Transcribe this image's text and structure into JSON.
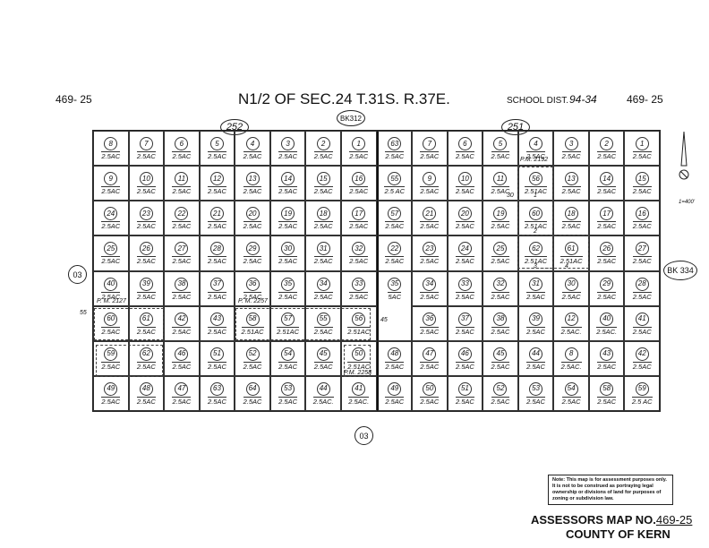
{
  "header": {
    "map_no_left": "469- 25",
    "title": "N1/2 OF SEC.24 T.31S. R.37E.",
    "school_dist_label": "SCHOOL DIST.",
    "school_dist_value": "94-34",
    "map_no_right": "469- 25"
  },
  "labels": {
    "book_312": "BK312",
    "book_334": "BK 334",
    "block_252": "252",
    "block_251": "251",
    "road_left": "03",
    "road_bottom": "03",
    "scale": "1=400'",
    "pm_2192": "P.M. 2192",
    "pm_2127": "P. M. 2127",
    "pm_2257": "P. M. 2257",
    "pm_2258": "P.M. 2258",
    "num_30": "30",
    "num_45": "45",
    "num_55": "55",
    "lot_1": "1",
    "lot_2": "2",
    "lot_3": "3",
    "lot_4": "4"
  },
  "parcels": [
    [
      [
        "8",
        "2.5AC"
      ],
      [
        "7",
        "2.5AC"
      ],
      [
        "6",
        "2.5AC"
      ],
      [
        "5",
        "2.5AC"
      ],
      [
        "4",
        "2.5AC"
      ],
      [
        "3",
        "2.5AC"
      ],
      [
        "2",
        "2.5AC"
      ],
      [
        "1",
        "2.5AC"
      ],
      [
        "63",
        "2.5AC"
      ],
      [
        "7",
        "2.5AC"
      ],
      [
        "6",
        "2.5AC"
      ],
      [
        "5",
        "2.5AC"
      ],
      [
        "4",
        "2.5AC"
      ],
      [
        "3",
        "2.5AC"
      ],
      [
        "2",
        "2.5AC"
      ],
      [
        "1",
        "2.5AC"
      ]
    ],
    [
      [
        "9",
        "2.5AC"
      ],
      [
        "10",
        "2.5AC"
      ],
      [
        "11",
        "2.5AC"
      ],
      [
        "12",
        "2.5AC"
      ],
      [
        "13",
        "2.5AC"
      ],
      [
        "14",
        "2.5AC"
      ],
      [
        "15",
        "2.5AC"
      ],
      [
        "16",
        "2.5AC"
      ],
      [
        "55",
        "2.5 AC"
      ],
      [
        "9",
        "2.5AC"
      ],
      [
        "10",
        "2.5AC"
      ],
      [
        "11",
        "2.5AC"
      ],
      [
        "56",
        "2.51AC"
      ],
      [
        "13",
        "2.5AC"
      ],
      [
        "14",
        "2.5AC"
      ],
      [
        "15",
        "2.5AC"
      ]
    ],
    [
      [
        "24",
        "2.5AC"
      ],
      [
        "23",
        "2.5AC"
      ],
      [
        "22",
        "2.5AC"
      ],
      [
        "21",
        "2.5AC"
      ],
      [
        "20",
        "2.5AC"
      ],
      [
        "19",
        "2.5AC"
      ],
      [
        "18",
        "2.5AC"
      ],
      [
        "17",
        "2.5AC"
      ],
      [
        "57",
        "2.5AC"
      ],
      [
        "21",
        "2.5AC"
      ],
      [
        "20",
        "2.5AC"
      ],
      [
        "19",
        "2.5AC"
      ],
      [
        "60",
        "2.51AC"
      ],
      [
        "18",
        "2.5AC"
      ],
      [
        "17",
        "2.5AC"
      ],
      [
        "16",
        "2.5AC"
      ]
    ],
    [
      [
        "25",
        "2.5AC"
      ],
      [
        "26",
        "2.5AC"
      ],
      [
        "27",
        "2.5AC"
      ],
      [
        "28",
        "2.5AC"
      ],
      [
        "29",
        "2.5AC"
      ],
      [
        "30",
        "2.5AC"
      ],
      [
        "31",
        "2.5AC"
      ],
      [
        "32",
        "2.5AC"
      ],
      [
        "22",
        "2.5AC"
      ],
      [
        "23",
        "2.5AC"
      ],
      [
        "24",
        "2.5AC"
      ],
      [
        "25",
        "2.5AC"
      ],
      [
        "62",
        "2.51AC"
      ],
      [
        "61",
        "2.51AC"
      ],
      [
        "26",
        "2.5AC"
      ],
      [
        "27",
        "2.5AC"
      ]
    ],
    [
      [
        "40",
        "2.5AC"
      ],
      [
        "39",
        "2.5AC"
      ],
      [
        "38",
        "2.5AC"
      ],
      [
        "37",
        "2.5AC"
      ],
      [
        "36",
        "2.5AC"
      ],
      [
        "35",
        "2.5AC"
      ],
      [
        "34",
        "2.5AC"
      ],
      [
        "33",
        "2.5AC"
      ],
      [
        "35",
        "5AC"
      ],
      [
        "34",
        "2.5AC"
      ],
      [
        "33",
        "2.5AC"
      ],
      [
        "32",
        "2.5AC"
      ],
      [
        "31",
        "2.5AC"
      ],
      [
        "30",
        "2.5AC"
      ],
      [
        "29",
        "2.5AC"
      ],
      [
        "28",
        "2.5AC"
      ]
    ],
    [
      [
        "60",
        "2.5AC"
      ],
      [
        "61",
        "2.5AC"
      ],
      [
        "42",
        "2.5AC"
      ],
      [
        "43",
        "2.5AC"
      ],
      [
        "58",
        "2.51AC"
      ],
      [
        "57",
        "2.51AC"
      ],
      [
        "55",
        "2.5AC"
      ],
      [
        "56",
        "2.51AC"
      ],
      null,
      [
        "36",
        "2.5AC"
      ],
      [
        "37",
        "2.5AC"
      ],
      [
        "38",
        "2.5AC"
      ],
      [
        "39",
        "2.5AC"
      ],
      [
        "12",
        "2.5AC."
      ],
      [
        "40",
        "2.5AC."
      ],
      [
        "41",
        "2.5AC"
      ]
    ],
    [
      [
        "59",
        "2.5AC"
      ],
      [
        "62",
        "2.5AC"
      ],
      [
        "46",
        "2.5AC"
      ],
      [
        "51",
        "2.5AC"
      ],
      [
        "52",
        "2.5AC"
      ],
      [
        "54",
        "2.5AC"
      ],
      [
        "45",
        "2.5AC"
      ],
      [
        "50",
        "2.51AC"
      ],
      [
        "48",
        "2.5AC"
      ],
      [
        "47",
        "2.5AC"
      ],
      [
        "46",
        "2.5AC"
      ],
      [
        "45",
        "2.5AC"
      ],
      [
        "44",
        "2.5AC"
      ],
      [
        "8",
        "2.5AC."
      ],
      [
        "43",
        "2.5AC"
      ],
      [
        "42",
        "2.5AC"
      ]
    ],
    [
      [
        "49",
        "2.5AC"
      ],
      [
        "48",
        "2.5AC"
      ],
      [
        "47",
        "2.5AC"
      ],
      [
        "63",
        "2.5AC"
      ],
      [
        "64",
        "2.5AC"
      ],
      [
        "53",
        "2.5AC"
      ],
      [
        "44",
        "2.5AC."
      ],
      [
        "41",
        "2.5AC."
      ],
      [
        "49",
        "2.5AC"
      ],
      [
        "50",
        "2.5AC"
      ],
      [
        "51",
        "2.5AC"
      ],
      [
        "52",
        "2.5AC"
      ],
      [
        "53",
        "2.5AC"
      ],
      [
        "54",
        "2.5AC"
      ],
      [
        "58",
        "2.5AC"
      ],
      [
        "59",
        "2.5 AC"
      ]
    ]
  ],
  "note": "Note: This map is for assessment purposes only. It is not to be construed as portraying legal ownership or divisions of land for purposes of zoning or subdivision law.",
  "footer": {
    "map_label": "ASSESSORS MAP NO.",
    "map_no": "469-25",
    "county": "COUNTY OF KERN"
  }
}
